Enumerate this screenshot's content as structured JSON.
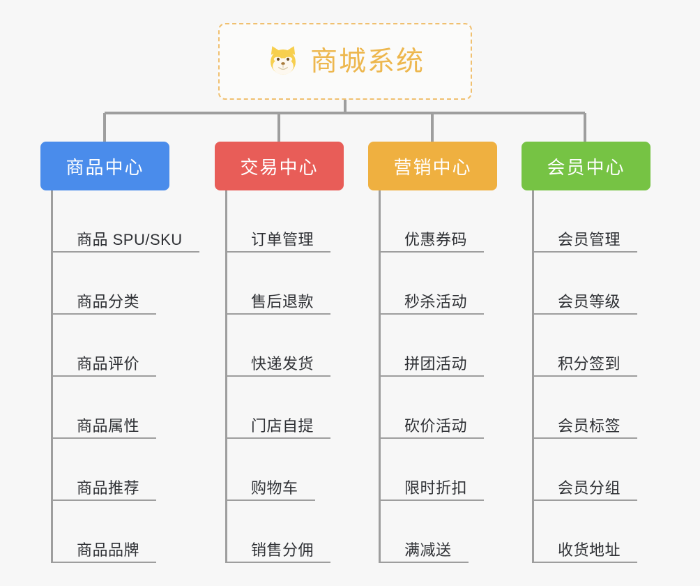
{
  "diagram": {
    "type": "mindmap",
    "background_color": "#f7f7f7",
    "root": {
      "title": "商城系统",
      "icon": "shiba-dog-face-icon",
      "border_style": "dashed",
      "border_color": "#f0c070",
      "text_color": "#edb74e"
    },
    "connector_color": "#9e9e9e",
    "categories": [
      {
        "label": "商品中心",
        "color": "#4a8ceb",
        "items": [
          "商品 SPU/SKU",
          "商品分类",
          "商品评价",
          "商品属性",
          "商品推荐",
          "商品品牌"
        ]
      },
      {
        "label": "交易中心",
        "color": "#e85d58",
        "items": [
          "订单管理",
          "售后退款",
          "快递发货",
          "门店自提",
          "购物车",
          "销售分佣"
        ]
      },
      {
        "label": "营销中心",
        "color": "#efb040",
        "items": [
          "优惠券码",
          "秒杀活动",
          "拼团活动",
          "砍价活动",
          "限时折扣",
          "满减送"
        ]
      },
      {
        "label": "会员中心",
        "color": "#76c344",
        "items": [
          "会员管理",
          "会员等级",
          "积分签到",
          "会员标签",
          "会员分组",
          "收货地址"
        ]
      }
    ]
  }
}
